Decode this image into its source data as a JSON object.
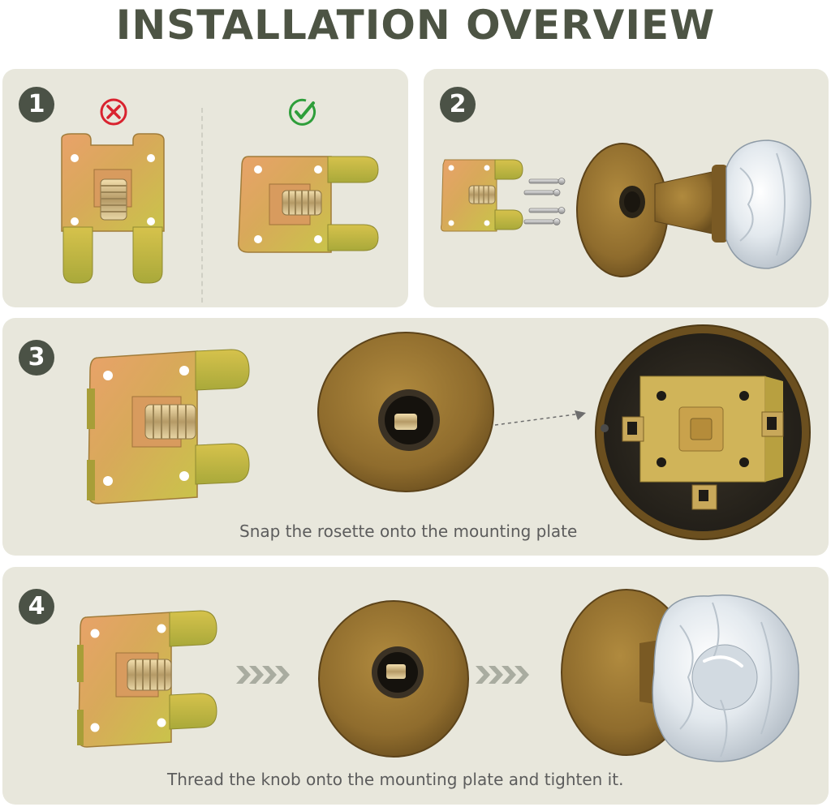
{
  "header": {
    "title": "INSTALLATION OVERVIEW"
  },
  "steps": [
    {
      "number": "1",
      "caption": ""
    },
    {
      "number": "2",
      "caption": ""
    },
    {
      "number": "3",
      "caption": "Snap the rosette onto the mounting plate"
    },
    {
      "number": "4",
      "caption": "Thread the knob onto the mounting plate and tighten it."
    }
  ],
  "colors": {
    "title": "#4d5444",
    "panel_bg": "#e8e7dc",
    "badge": "#4b5246",
    "wrong_mark": "#d9232f",
    "right_mark": "#2e9e3a",
    "brass": "#8f6c2d"
  },
  "icons": {
    "wrong": "cross-circle-icon",
    "right": "check-circle-icon",
    "arrows": "chevron-right-icon"
  }
}
